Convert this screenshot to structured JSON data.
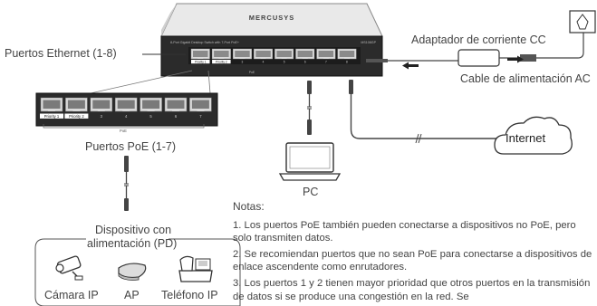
{
  "device": {
    "brand": "MERCUSYS",
    "top_strip": "8-Port Gigabit Desktop Switch with 7-Port PoE+",
    "model": "MS108GP",
    "bottom_labels": [
      "Priority 1",
      "Priority 2",
      "3",
      "4",
      "5",
      "6",
      "7",
      "8"
    ],
    "poe_mark": "PoE"
  },
  "zoom": {
    "labels": [
      "Priority 1",
      "Priority 2",
      "3",
      "4",
      "5",
      "6",
      "7"
    ],
    "poe_mark": "PoE"
  },
  "labels": {
    "ethernet_ports": "Puertos Ethernet (1-8)",
    "power_adapter": "Adaptador de corriente CC",
    "ac_cable": "Cable de alimentación AC",
    "poe_ports": "Puertos PoE (1-7)",
    "internet": "Internet",
    "pc": "PC",
    "pd_line1": "Dispositivo con",
    "pd_line2": "alimentación (PD)",
    "ip_camera": "Cámara IP",
    "ap": "AP",
    "ip_phone": "Teléfono IP"
  },
  "notes": {
    "title": "Notas:",
    "items": [
      "1. Los puertos PoE también pueden conectarse a dispositivos no PoE, pero solo transmiten datos.",
      "2. Se recomiendan puertos que no sean PoE para conectarse a dispositivos de enlace ascendente como enrutadores.",
      "3. Los puertos 1 y 2 tienen mayor prioridad que otros puertos en la transmisión de datos si se produce una congestión en la red. Se"
    ]
  }
}
